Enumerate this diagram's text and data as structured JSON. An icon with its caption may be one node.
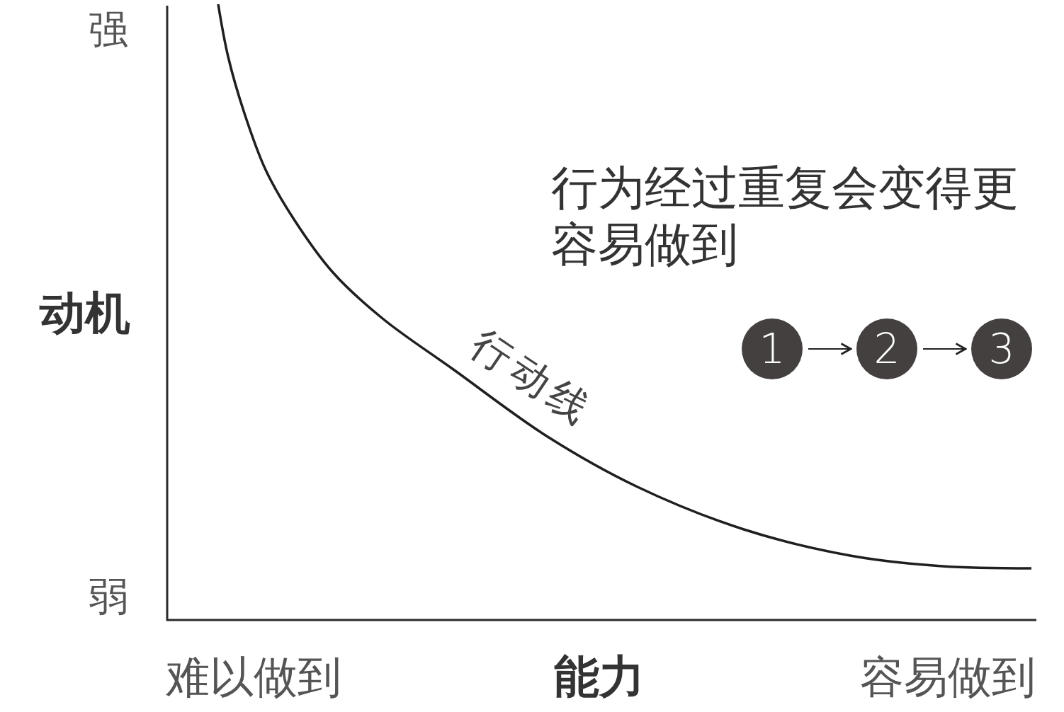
{
  "diagram": {
    "nodes": [
      {
        "text": [
          "1"
        ]
      },
      {
        "text": [
          "2"
        ]
      },
      {
        "text": [
          "3"
        ]
      }
    ],
    "edges": [
      {
        "from": 0,
        "to": 1,
        "arrow": "to"
      },
      {
        "from": 1,
        "to": 2,
        "arrow": "to"
      }
    ],
    "labels": [
      "强",
      "行为经过重复会变得更容易做到",
      "动机",
      "行动线",
      "弱",
      "难以做到",
      "能力",
      "容易做到"
    ]
  }
}
